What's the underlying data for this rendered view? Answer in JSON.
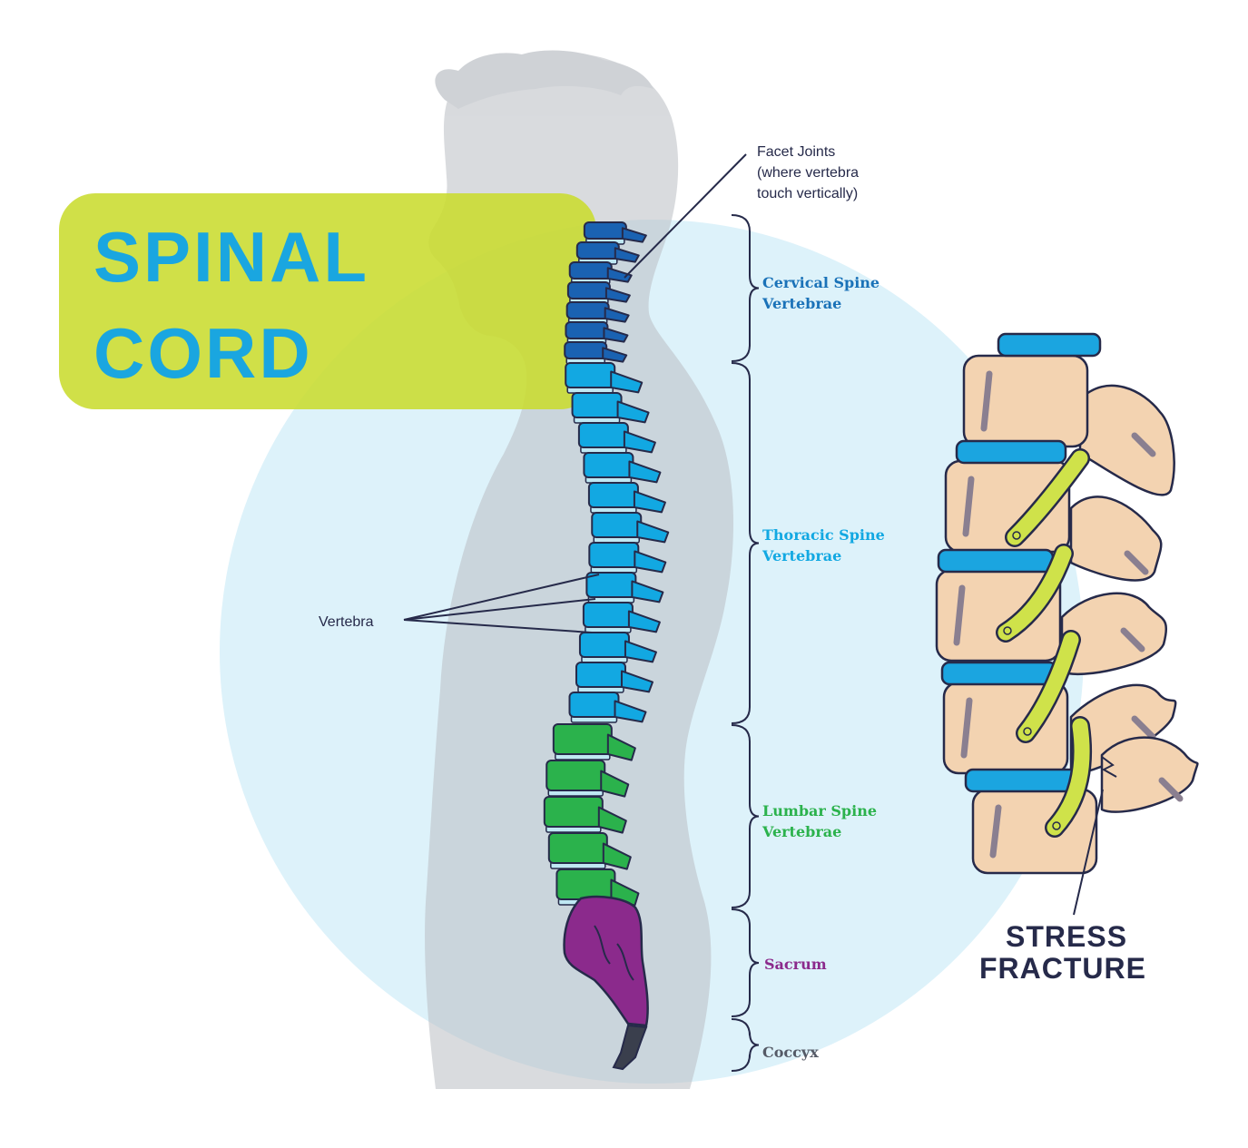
{
  "title": {
    "line1": "SPINAL",
    "line2": "CORD"
  },
  "facet_joints": {
    "line1": "Facet Joints",
    "line2": "(where vertebra",
    "line3": "touch vertically)"
  },
  "vertebra_label": "Vertebra",
  "sections": {
    "cervical": {
      "line1": "Cervical Spine",
      "line2": "Vertebrae"
    },
    "thoracic": {
      "line1": "Thoracic Spine",
      "line2": "Vertebrae"
    },
    "lumbar": {
      "line1": "Lumbar Spine",
      "line2": "Vertebrae"
    },
    "sacrum": "Sacrum",
    "coccyx": "Coccyx"
  },
  "stress_fracture": {
    "line1": "STRESS",
    "line2": "FRACTURE"
  },
  "colors": {
    "cervical": "#1a62b2",
    "thoracic": "#12a8e2",
    "lumbar": "#2bb24c",
    "sacrum": "#8b2a8c",
    "coccyx": "#3a3f4d",
    "outline": "#262a4a",
    "disc": "#bfe8f3",
    "bone": "#f3d3b1",
    "nerve": "#cfe24a",
    "title_box": "#c9dc2f",
    "title_text": "#1aa6e0",
    "circle": "#ddf2fa",
    "silhouette": "#c4c8cd"
  }
}
